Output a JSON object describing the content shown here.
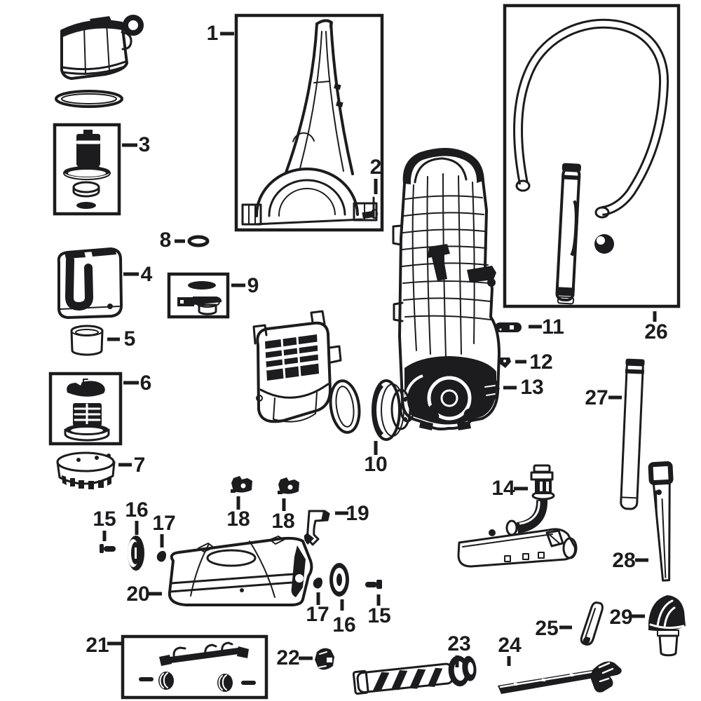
{
  "diagram": {
    "background": "#ffffff",
    "ink": "#1c1c1e",
    "callouts": {
      "p1": "1",
      "p2": "2",
      "p3": "3",
      "p4": "4",
      "p5": "5",
      "p6": "6",
      "p7": "7",
      "p8": "8",
      "p9": "9",
      "p10": "10",
      "p11": "11",
      "p12": "12",
      "p13": "13",
      "p14": "14",
      "p15_left": "15",
      "p16_left": "16",
      "p17_left": "17",
      "p18_left": "18",
      "p18_right": "18",
      "p19": "19",
      "p20": "20",
      "p17_lower": "17",
      "p16_lower": "16",
      "p15_lower": "15",
      "p21": "21",
      "p22": "22",
      "p23": "23",
      "p24": "24",
      "p25": "25",
      "p26": "26",
      "p27": "27",
      "p28": "28",
      "p29": "29"
    }
  }
}
